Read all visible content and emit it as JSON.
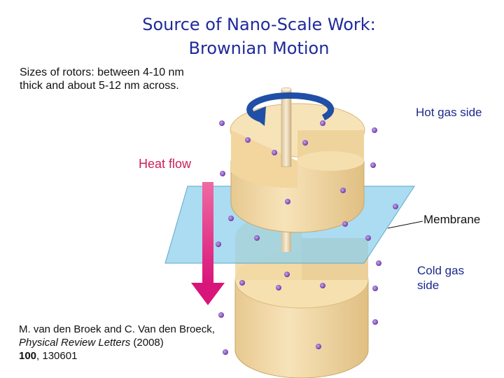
{
  "title": {
    "line1": "Source of Nano-Scale Work:",
    "line2": "Brownian Motion"
  },
  "rotor_info": "Sizes of rotors: between 4-10 nm thick and about 5-12 nm across.",
  "labels": {
    "hot_side": "Hot gas side",
    "cold_side": "Cold gas side",
    "heat_flow": "Heat flow",
    "membrane": "Membrane"
  },
  "citation": {
    "authors": "M. van den Broek and C. Van den Broeck, ",
    "journal": "Physical Review Letters",
    "year": " (2008)",
    "volume": "100",
    "article": ", 130601"
  },
  "colors": {
    "title": "#1f2a9c",
    "side_labels": "#1a2a8c",
    "heat_flow": "#cc1f5a",
    "rotor": "#f3d9a4",
    "membrane": "#8fd0ee",
    "arrow_rotation": "#1f4fa6",
    "particle": "#8a5ac0"
  }
}
